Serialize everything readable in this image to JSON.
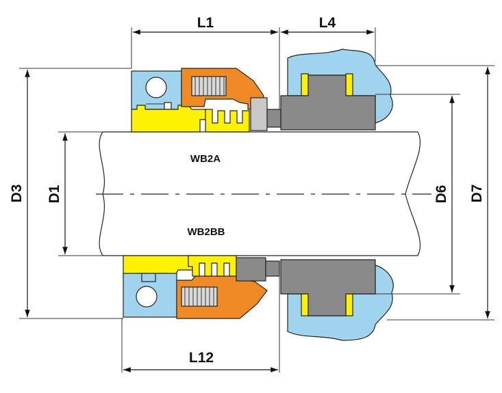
{
  "labels": {
    "l1": "L1",
    "l4": "L4",
    "l12": "L12",
    "d3": "D3",
    "d1": "D1",
    "d6": "D6",
    "d7": "D7",
    "model_top": "WB2A",
    "model_bottom": "WB2BB"
  },
  "colors": {
    "blue": "#9fd3ee",
    "orange": "#f08a24",
    "yellow": "#fff200",
    "gray": "#8a8a8a",
    "light_gray": "#c8c8c8",
    "shaft": "#ffffff",
    "line": "#111111"
  }
}
